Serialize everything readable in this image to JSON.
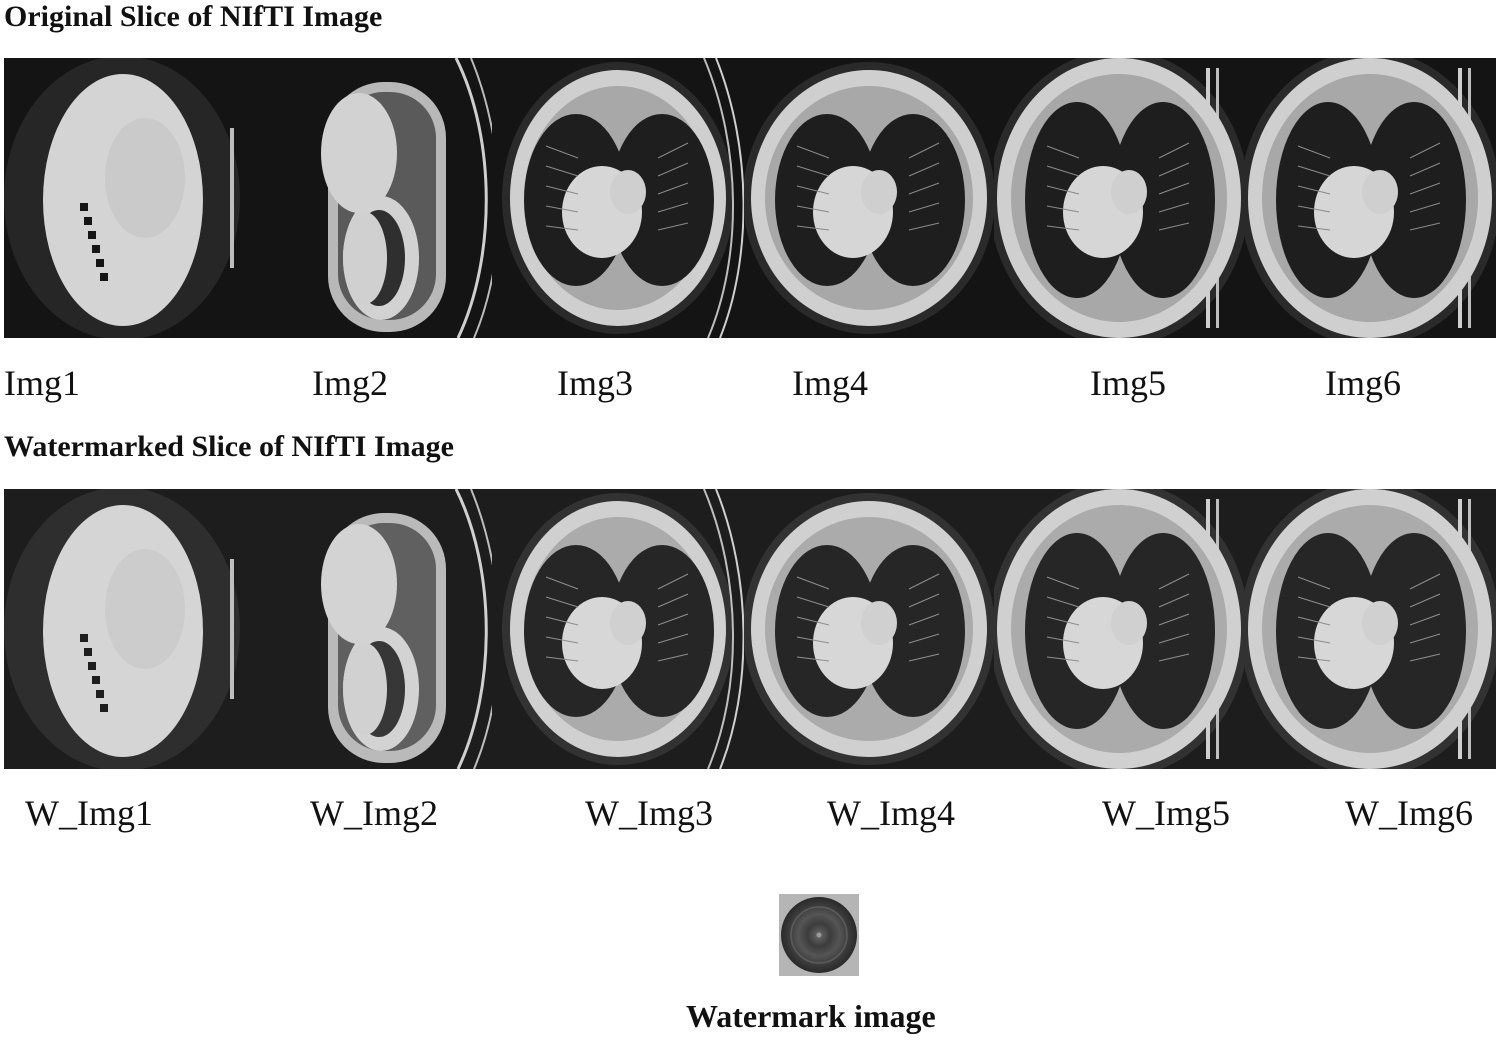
{
  "original": {
    "heading": "Original Slice of NIfTI Image",
    "labels": [
      "Img1",
      "Img2",
      "Img3",
      "Img4",
      "Img5",
      "Img6"
    ]
  },
  "watermarked": {
    "heading": "Watermarked Slice of NIfTI Image",
    "labels": [
      "W_Img1",
      "W_Img2",
      "W_Img3",
      "W_Img4",
      "W_Img5",
      "W_Img6"
    ]
  },
  "watermark": {
    "caption": "Watermark image"
  }
}
